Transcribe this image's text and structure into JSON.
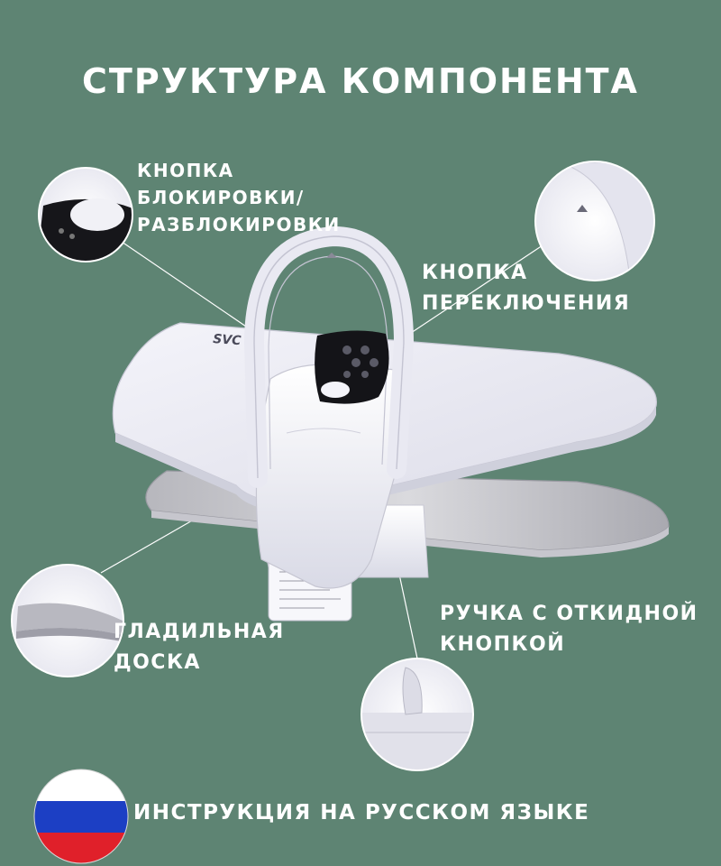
{
  "title": "СТРУКТУРА КОМПОНЕНТА",
  "labels": {
    "lock_button": [
      "КНОПКА",
      "БЛОКИРОВКИ/",
      "РАЗБЛОКИРОВКИ"
    ],
    "switch_button": [
      "КНОПКА",
      "ПЕРЕКЛЮЧЕНИЯ"
    ],
    "ironing_board": [
      "ГЛАДИЛЬНАЯ",
      "ДОСКА"
    ],
    "handle": [
      "РУЧКА С ОТКИДНОЙ",
      "КНОПКОЙ"
    ]
  },
  "footer": "ИНСТРУКЦИЯ НА РУССКОМ ЯЗЫКЕ",
  "brand_logo": "SVC",
  "icons": {
    "flag": "russia-flag-icon"
  },
  "colors": {
    "background": "#5e8473",
    "text": "#ffffff",
    "flag_white": "#ffffff",
    "flag_blue": "#1c3fc4",
    "flag_red": "#e0202a"
  }
}
